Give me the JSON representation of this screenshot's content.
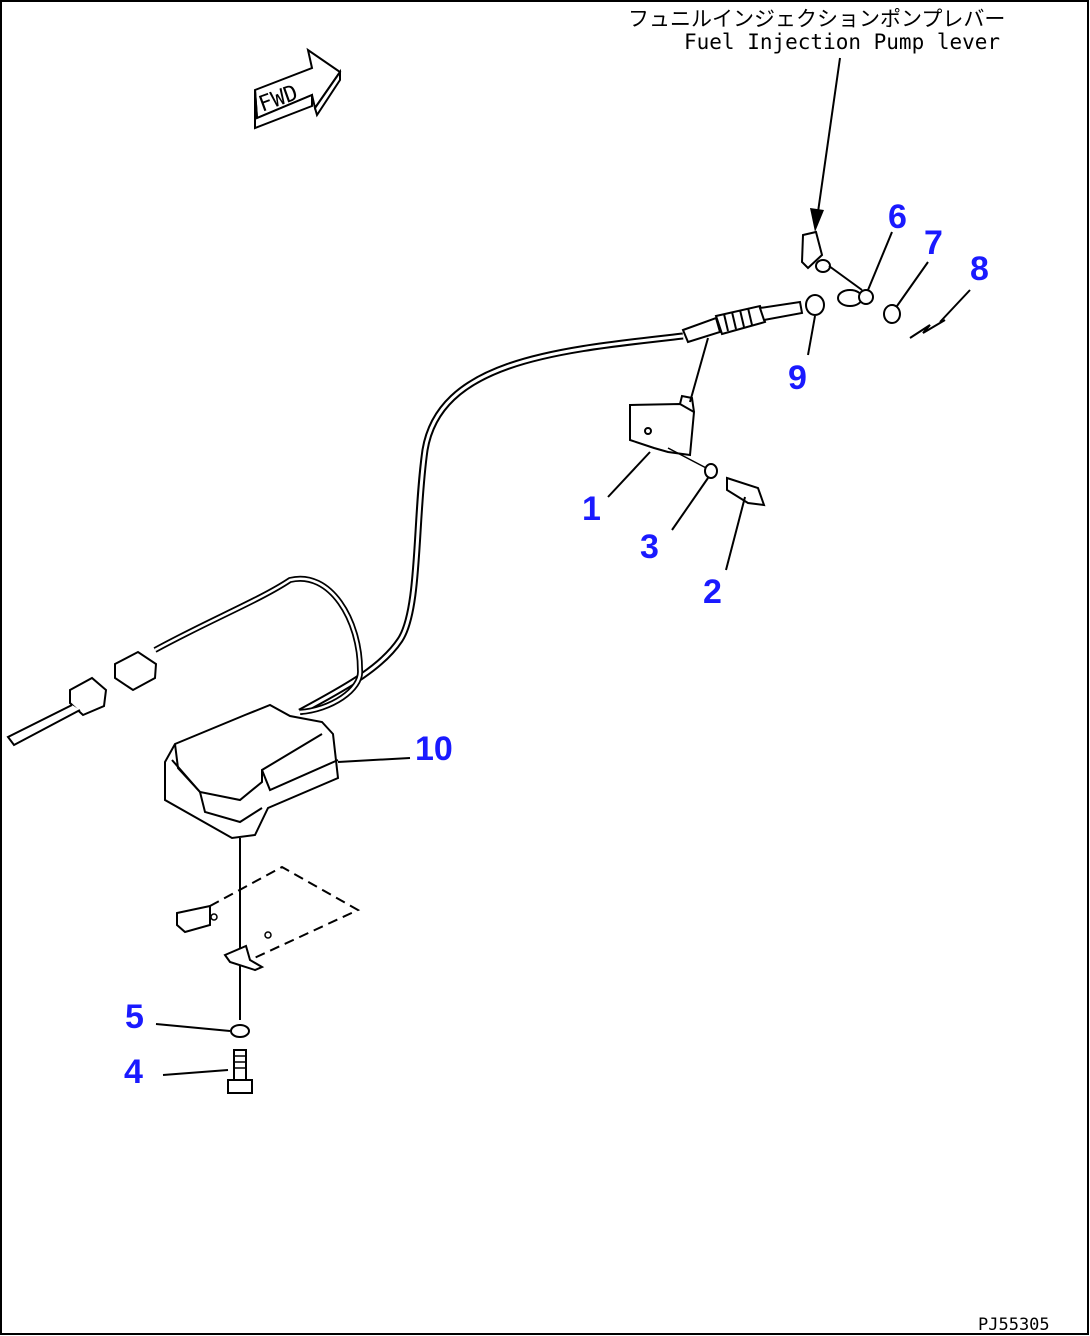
{
  "header_note": {
    "japanese": "フュニルインジェクションポンプレバー",
    "english": "Fuel Injection Pump lever"
  },
  "direction_marker": "FWD",
  "drawing_code": "PJ55305",
  "colors": {
    "line": "#000000",
    "label": "#1a1aff",
    "background": "#ffffff"
  },
  "callouts": [
    {
      "id": "1",
      "label": "1"
    },
    {
      "id": "2",
      "label": "2"
    },
    {
      "id": "3",
      "label": "3"
    },
    {
      "id": "4",
      "label": "4"
    },
    {
      "id": "5",
      "label": "5"
    },
    {
      "id": "6",
      "label": "6"
    },
    {
      "id": "7",
      "label": "7"
    },
    {
      "id": "8",
      "label": "8"
    },
    {
      "id": "9",
      "label": "9"
    },
    {
      "id": "10",
      "label": "10"
    }
  ]
}
